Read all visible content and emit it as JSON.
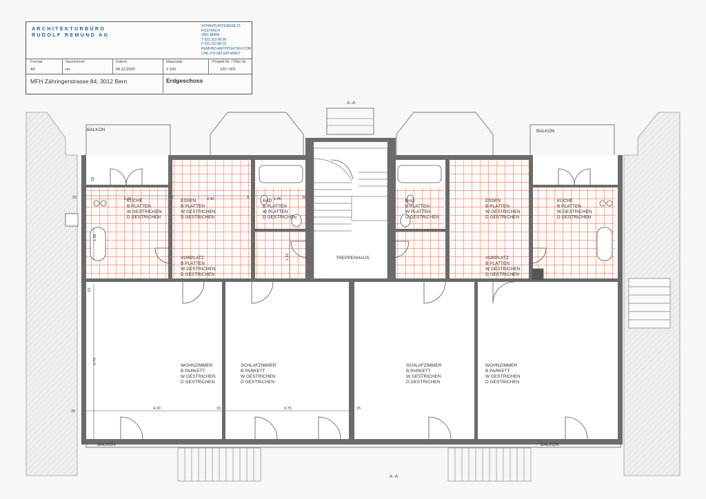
{
  "title_block": {
    "firm_line1": "ARCHITEKTURBÜRO",
    "firm_line2": "RUDOLF REMUND AG",
    "address": [
      "SCHAUPLATZGASSE 31",
      "POSTFACH",
      "3001 BERN",
      "T 031 313 80 00",
      "F 031 313 80 01",
      "REMUND-ARCHITEKTEN.COM",
      "CHE-272.592.629 MWST"
    ],
    "headers": [
      "Format",
      "Gezeichnet",
      "Datum",
      "Massstab",
      "Projekt.Nr. / Plan Nr."
    ],
    "values": [
      "A3",
      "mr",
      "09.12.2020",
      "1:100",
      "120 / 001"
    ],
    "project": "MFH Zähringerstrasse 84, 3012 Bern",
    "plan_name": "Erdgeschoss"
  },
  "plan": {
    "section_mark": "A -A",
    "section_mark_bottom": "A -A",
    "balkon": "BALKON",
    "stair_label": "TREPPENHAUS",
    "rooms_left": {
      "kueche": [
        "KÜCHE",
        "B  PLATTEN",
        "W  GESTRICHEN",
        "D  GESTRICHEN"
      ],
      "essen": [
        "ESSEN",
        "B  PLATTEN",
        "W  GESTRICHEN",
        "D  GESTRICHEN"
      ],
      "bad": [
        "BAD",
        "B  PLATTEN",
        "W  PLATTEN",
        "D  GESTRICHEN"
      ],
      "vorplatz": [
        "VORPLATZ",
        "B  PLATTEN",
        "W  GESTRICHEN",
        "D  GESTRICHEN"
      ],
      "wohnzimmer": [
        "WOHNZIMMER",
        "B  PARKETT",
        "W  GESTRICHEN",
        "D  GESTRICHEN"
      ],
      "schlafzimmer": [
        "SCHLAFZIMMER",
        "B  PARKETT",
        "W  GESTRICHEN",
        "D  GESTRICHEN"
      ]
    },
    "rooms_right": {
      "bad": [
        "BAD",
        "B  PLATTEN",
        "W  PLATTEN",
        "D  GESTRICHEN"
      ],
      "essen": [
        "ESSEN",
        "B  PLATTEN",
        "W  GESTRICHEN",
        "D  GESTRICHEN"
      ],
      "kueche": [
        "KÜCHE",
        "B  PLATTEN",
        "W  GESTRICHEN",
        "D  GESTRICHEN"
      ],
      "vorplatz": [
        "VORPLATZ",
        "B  PLATTEN",
        "W  GESTRICHEN",
        "D  GESTRICHEN"
      ],
      "schlafzimmer": [
        "SCHLAFZIMMER",
        "B  PARKETT",
        "W  GESTRICHEN",
        "D  GESTRICHEN"
      ],
      "wohnzimmer": [
        "WOHNZIMMER",
        "B  PARKETT",
        "W  GESTRICHEN",
        "D  GESTRICHEN"
      ]
    },
    "dims": {
      "d260": "2.60",
      "d242": "2.42",
      "d146": "1.46",
      "d25a": "25",
      "d9a": "9",
      "d9b": "9",
      "d18": "18",
      "d20": "20",
      "d15a": "15",
      "d182": "1.82",
      "d151": "1.51",
      "d473": "4.73",
      "d420": "4.20",
      "d375": "3.75",
      "d25b": "25",
      "d15b": "15",
      "d15c": "15"
    },
    "colors": {
      "tile_grid": "#e3573b",
      "wall": "#6b6b6b",
      "line": "#444444"
    }
  }
}
